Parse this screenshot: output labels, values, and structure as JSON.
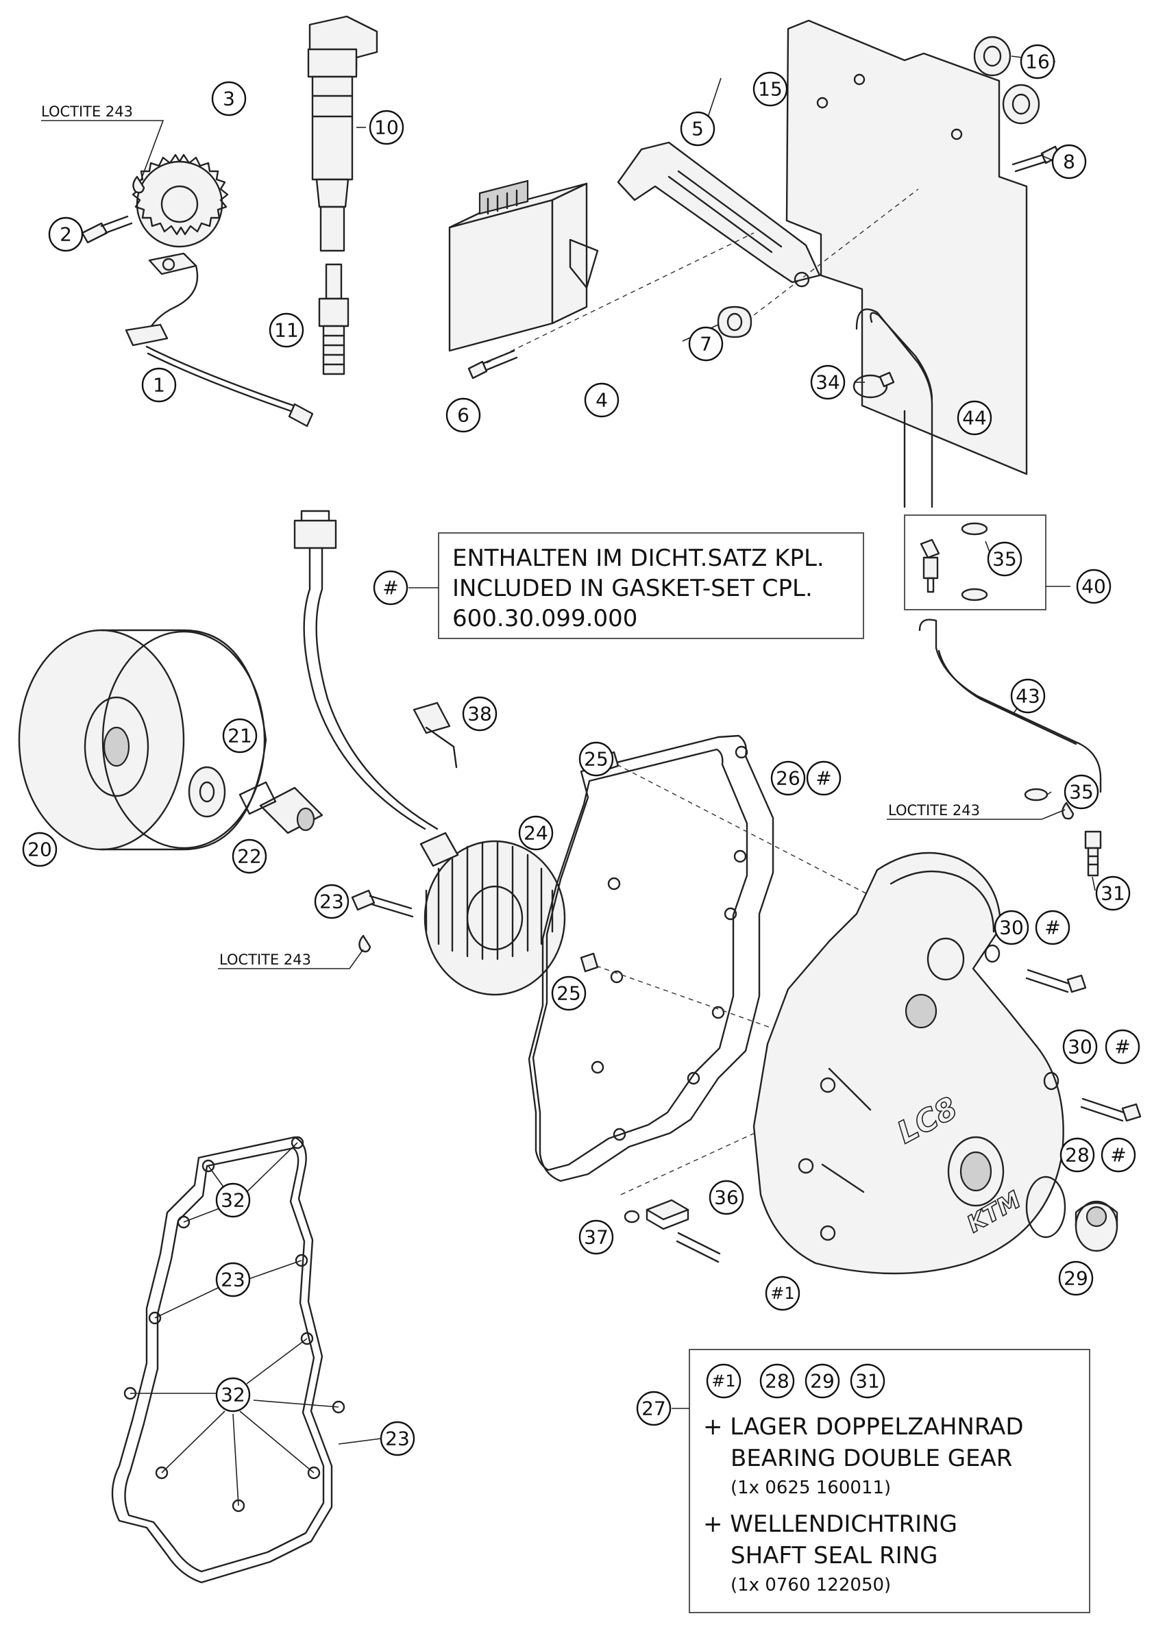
{
  "callouts": [
    {
      "id": "c1",
      "label": "1"
    },
    {
      "id": "c2",
      "label": "2"
    },
    {
      "id": "c3",
      "label": "3"
    },
    {
      "id": "c4",
      "label": "4"
    },
    {
      "id": "c5",
      "label": "5"
    },
    {
      "id": "c6",
      "label": "6"
    },
    {
      "id": "c7",
      "label": "7"
    },
    {
      "id": "c8",
      "label": "8"
    },
    {
      "id": "c10",
      "label": "10"
    },
    {
      "id": "c11",
      "label": "11"
    },
    {
      "id": "c15",
      "label": "15"
    },
    {
      "id": "c16",
      "label": "16"
    },
    {
      "id": "c20",
      "label": "20"
    },
    {
      "id": "c21",
      "label": "21"
    },
    {
      "id": "c22",
      "label": "22"
    },
    {
      "id": "c23a",
      "label": "23"
    },
    {
      "id": "c23b",
      "label": "23"
    },
    {
      "id": "c23c",
      "label": "23"
    },
    {
      "id": "c24",
      "label": "24"
    },
    {
      "id": "c25a",
      "label": "25"
    },
    {
      "id": "c25b",
      "label": "25"
    },
    {
      "id": "c26",
      "label": "26"
    },
    {
      "id": "c27",
      "label": "27"
    },
    {
      "id": "c28",
      "label": "28"
    },
    {
      "id": "c29",
      "label": "29"
    },
    {
      "id": "c30a",
      "label": "30"
    },
    {
      "id": "c30b",
      "label": "30"
    },
    {
      "id": "c31",
      "label": "31"
    },
    {
      "id": "c32a",
      "label": "32"
    },
    {
      "id": "c32b",
      "label": "32"
    },
    {
      "id": "c34",
      "label": "34"
    },
    {
      "id": "c35a",
      "label": "35"
    },
    {
      "id": "c35b",
      "label": "35"
    },
    {
      "id": "c36",
      "label": "36"
    },
    {
      "id": "c37",
      "label": "37"
    },
    {
      "id": "c38",
      "label": "38"
    },
    {
      "id": "c40",
      "label": "40"
    },
    {
      "id": "c43",
      "label": "43"
    },
    {
      "id": "c44",
      "label": "44"
    },
    {
      "id": "h26",
      "label": "#"
    },
    {
      "id": "h30a",
      "label": "#"
    },
    {
      "id": "h30b",
      "label": "#"
    },
    {
      "id": "h28",
      "label": "#"
    },
    {
      "id": "hmain",
      "label": "#"
    },
    {
      "id": "h1",
      "label": "#1"
    },
    {
      "id": "k27_1",
      "label": "#1"
    },
    {
      "id": "k27_28",
      "label": "28"
    },
    {
      "id": "k27_29",
      "label": "29"
    },
    {
      "id": "k27_31",
      "label": "31"
    }
  ],
  "notes": {
    "loctite_1": "LOCTITE 243",
    "loctite_2": "LOCTITE 243",
    "loctite_3": "LOCTITE 243"
  },
  "gasket_box": {
    "line1": "ENTHALTEN IM DICHT.SATZ KPL.",
    "line2": "INCLUDED IN GASKET-SET CPL.",
    "line3": "600.30.099.000"
  },
  "kit_box": {
    "line1": "+ LAGER DOPPELZAHNRAD",
    "line2": "BEARING DOUBLE GEAR",
    "line3": "(1x 0625 160011)",
    "line4": "+ WELLENDICHTRING",
    "line5": "SHAFT SEAL RING",
    "line6": "(1x 0760 122050)"
  },
  "cover_logo": "LC8",
  "cover_brand": "KTM"
}
